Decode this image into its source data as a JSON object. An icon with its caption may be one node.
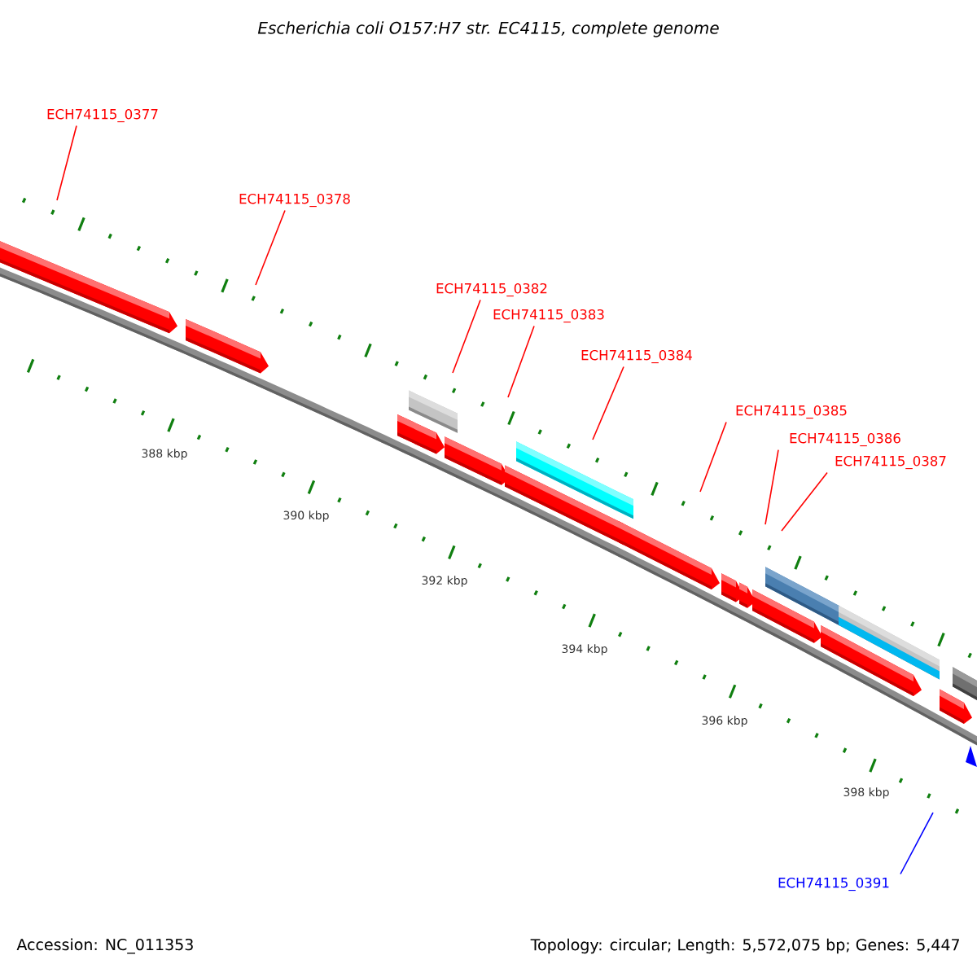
{
  "diagram": {
    "title": "Escherichia coli O157:H7 str. EC4115, complete genome",
    "nodes": [
      {
        "text": [
          "ECH74115_0377"
        ]
      },
      {
        "text": [
          "ECH74115_0378"
        ]
      },
      {
        "text": [
          "ECH74115_0382"
        ]
      },
      {
        "text": [
          "ECH74115_0383"
        ]
      },
      {
        "text": [
          "ECH74115_0384"
        ]
      },
      {
        "text": [
          "ECH74115_0385"
        ]
      },
      {
        "text": [
          "ECH74115_0386"
        ]
      },
      {
        "text": [
          "ECH74115_0387"
        ]
      },
      {
        "text": [
          "ECH74115_0391"
        ]
      }
    ],
    "edges": [
      {
        "from": 0,
        "to": null,
        "arrow": "none"
      },
      {
        "from": 1,
        "to": null,
        "arrow": "none"
      },
      {
        "from": 2,
        "to": null,
        "arrow": "none"
      },
      {
        "from": 3,
        "to": null,
        "arrow": "none"
      },
      {
        "from": 4,
        "to": null,
        "arrow": "none"
      },
      {
        "from": 5,
        "to": null,
        "arrow": "none"
      },
      {
        "from": 6,
        "to": null,
        "arrow": "none"
      },
      {
        "from": 7,
        "to": null,
        "arrow": "none"
      },
      {
        "from": 8,
        "to": null,
        "arrow": "none",
        "color": "#0000ff"
      }
    ],
    "labels": [
      "388 kbp",
      "390 kbp",
      "392 kbp",
      "394 kbp",
      "396 kbp",
      "398 kbp",
      "Accession: NC_011353",
      "Topology: circular; Length: 5,572,075 bp; Genes: 5,447"
    ]
  }
}
